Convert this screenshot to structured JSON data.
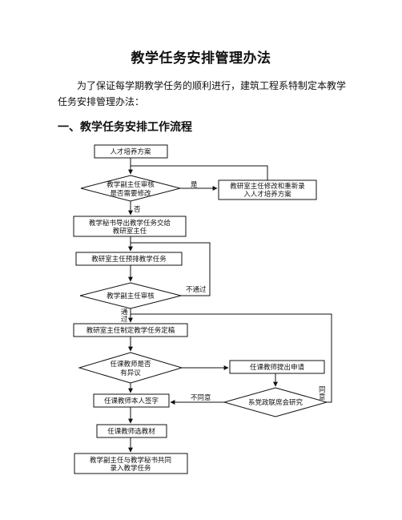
{
  "document": {
    "title": "教学任务安排管理办法",
    "intro": "为了保证每学期教学任务的顺利进行，建筑工程系特制定本教学任务安排管理办法：",
    "section_heading": "一、教学任务安排工作流程"
  },
  "flowchart": {
    "nodes": {
      "n1": "人才培养方案",
      "d1_line1": "教学副主任审核",
      "d1_line2": "是否需要修改",
      "n2_line1": "教研室主任修改和重新录",
      "n2_line2": "入人才培养方案",
      "n3_line1": "教学秘书导出教学任务交给",
      "n3_line2": "教研室主任",
      "n4": "教研室主任预排教学任务",
      "d2": "教学副主任审核",
      "n5": "教研室主任制定教学任务定稿",
      "d3_line1": "任课教师是否",
      "d3_line2": "有异议",
      "n6": "任课教师提出申请",
      "d4": "系党政联席会研究",
      "n7": "任课教师本人签字",
      "n8": "任课教师选教材",
      "n9_line1": "教学副主任与教学秘书共同",
      "n9_line2": "录入教学任务"
    },
    "labels": {
      "yes": "是",
      "no": "否",
      "fail": "不通过",
      "pass_1": "通",
      "pass_2": "过",
      "disagree": "不同意",
      "agree_1": "同",
      "agree_2": "意"
    }
  }
}
